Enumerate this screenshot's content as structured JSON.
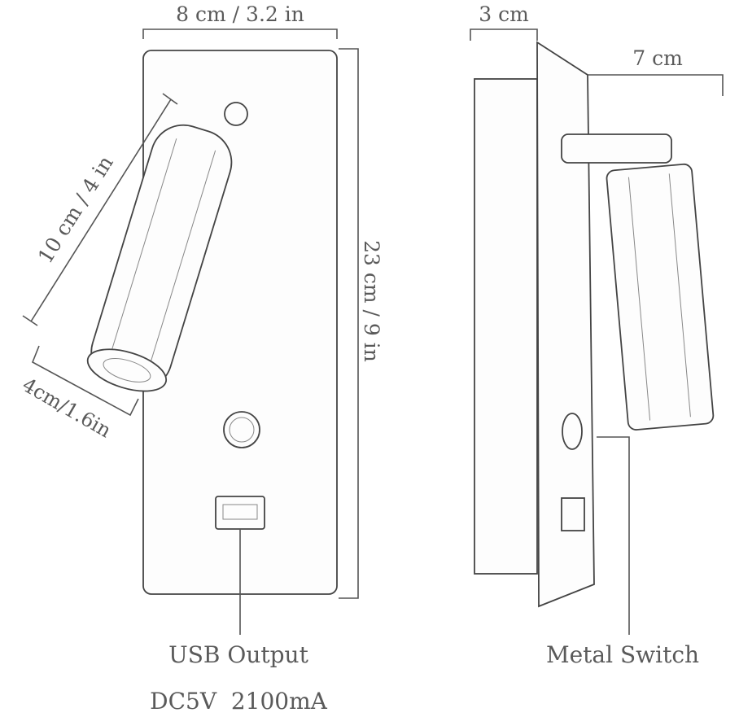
{
  "front_view": {
    "width_label": "8 cm / 3.2 in",
    "height_label": "23 cm / 9 in",
    "arm_length_label": "10 cm / 4 in",
    "head_diameter_label": "4cm/1.6in",
    "usb_label": "USB Output",
    "usb_spec": "DC5V  2100mA"
  },
  "side_view": {
    "depth_label": "3 cm",
    "projection_label": "7 cm",
    "switch_label": "Metal Switch"
  },
  "colors": {
    "label": "#5a5a5a",
    "line": "#555555"
  }
}
